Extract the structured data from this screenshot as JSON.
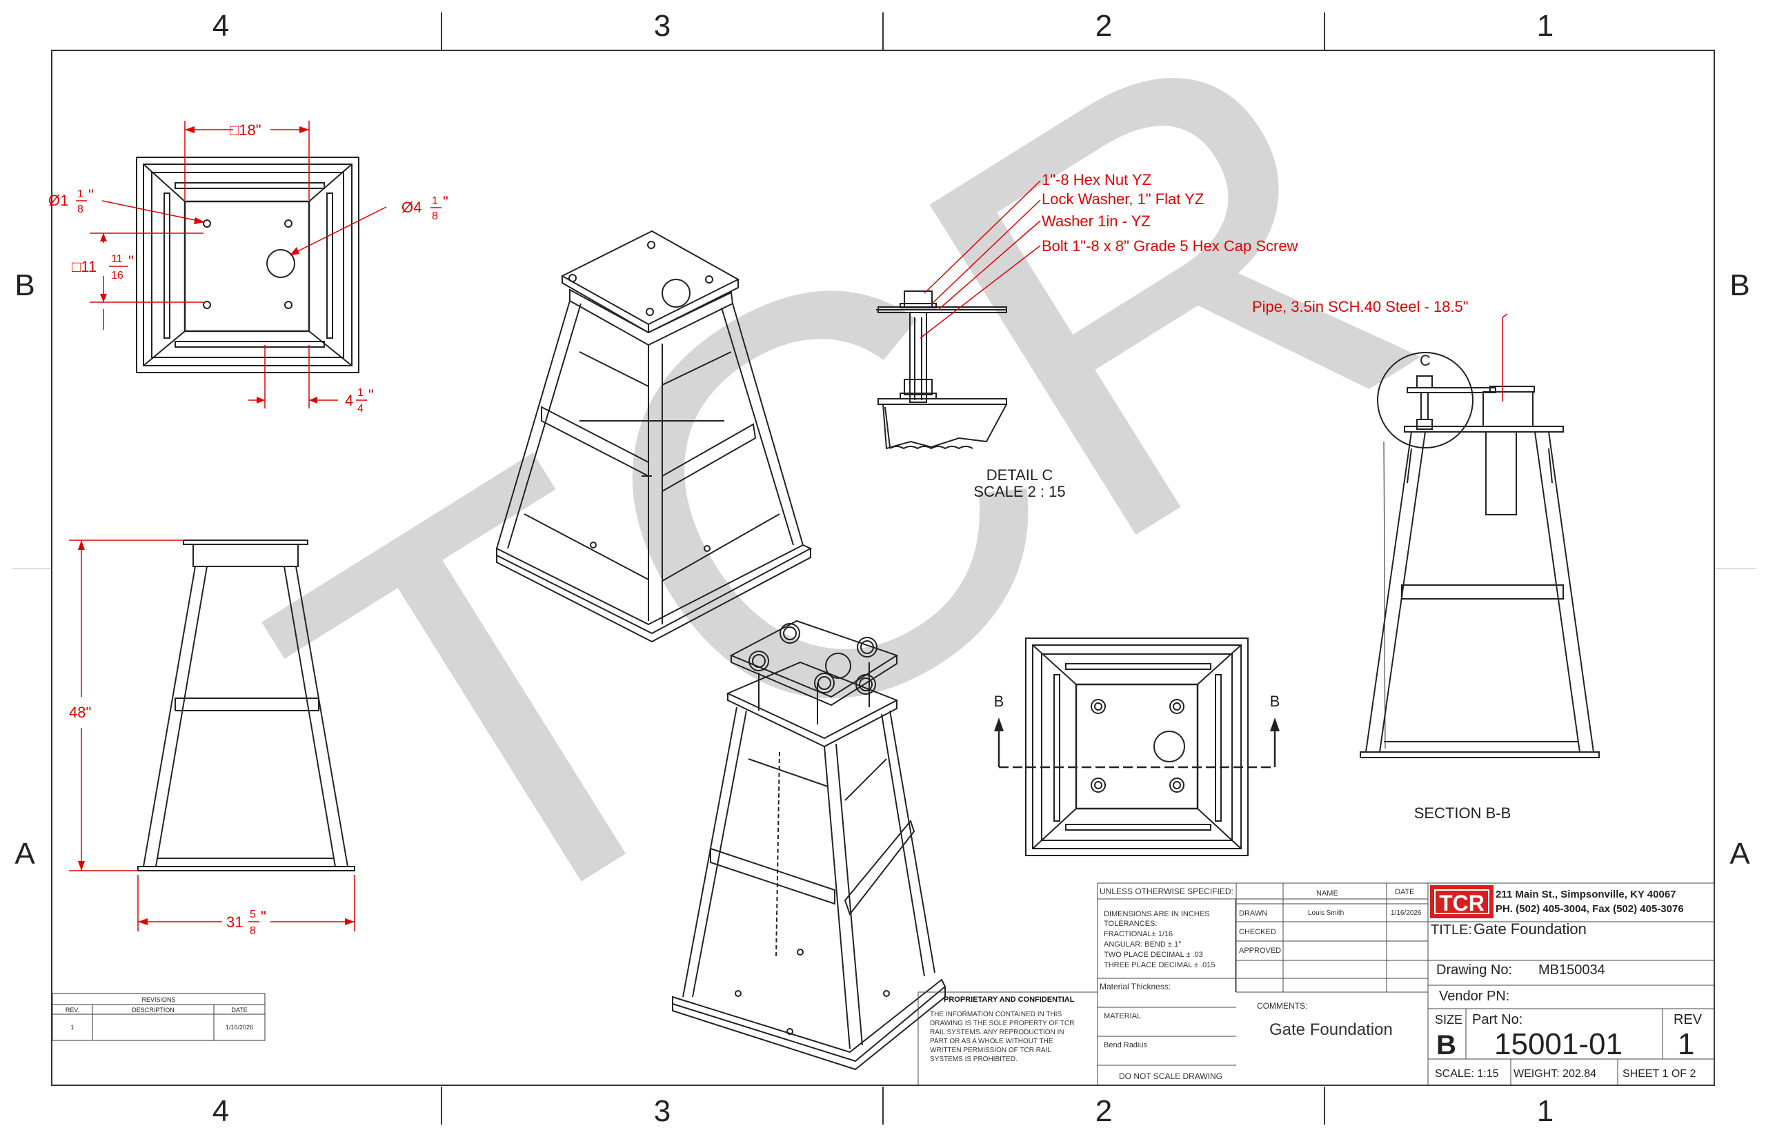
{
  "zones": {
    "columns": [
      "4",
      "3",
      "2",
      "1"
    ],
    "rows": [
      "B",
      "A"
    ]
  },
  "watermark": "TCR",
  "callouts": {
    "nut": "1\"-8 Hex Nut YZ",
    "lock_washer": "Lock Washer, 1\" Flat YZ",
    "washer": "Washer 1in - YZ",
    "bolt": "Bolt 1\"-8 x 8\" Grade 5 Hex Cap Screw",
    "pipe": "Pipe, 3.5in SCH.40 Steel - 18.5\""
  },
  "dimensions": {
    "plate_square": "□18\"",
    "hole_dia_prefix": "Ø1",
    "hole_dia_num": "1",
    "hole_dia_den": "8",
    "hole_dia_unit": "\"",
    "pipe_hole_prefix": "Ø4",
    "pipe_hole_num": "1",
    "pipe_hole_den": "8",
    "pipe_hole_unit": "\"",
    "bolt_square_prefix": "□11",
    "bolt_square_num": "11",
    "bolt_square_den": "16",
    "bolt_square_unit": "\"",
    "offset_prefix": "4",
    "offset_num": "1",
    "offset_den": "4",
    "offset_unit": "\"",
    "height": "48\"",
    "base_prefix": "31",
    "base_num": "5",
    "base_den": "8",
    "base_unit": "\""
  },
  "views": {
    "detail_title": "DETAIL C",
    "detail_scale": "SCALE 2 : 15",
    "detail_marker": "C",
    "section_title": "SECTION B-B",
    "section_marker_left": "B",
    "section_marker_right": "B"
  },
  "revisions": {
    "title": "REVISIONS",
    "headers": [
      "REV.",
      "DESCRIPTION",
      "DATE"
    ],
    "rows": [
      {
        "rev": "1",
        "description": "",
        "date": "1/16/2026"
      }
    ]
  },
  "title_block": {
    "unless": "UNLESS OTHERWISE SPECIFIED:",
    "name_hdr": "NAME",
    "date_hdr": "DATE",
    "drawn_label": "DRAWN",
    "drawn_name": "Louis Smith",
    "drawn_date": "1/16/2026",
    "checked_label": "CHECKED",
    "approved_label": "APPROVED",
    "tol_1": "DIMENSIONS ARE IN INCHES",
    "tol_2": "TOLERANCES:",
    "tol_3": "FRACTIONAL± 1/16",
    "tol_4": "ANGULAR:  BEND ± 1°",
    "tol_5": "TWO PLACE DECIMAL    ± .03",
    "tol_6": "THREE PLACE DECIMAL  ± .015",
    "material_thickness": "Material Thickness:",
    "material": "MATERIAL",
    "bend_radius": "Bend Radius",
    "do_not_scale": "DO NOT SCALE DRAWING",
    "proprietary_title": "PROPRIETARY AND CONFIDENTIAL",
    "prop_1": "THE INFORMATION CONTAINED IN THIS",
    "prop_2": "DRAWING IS THE SOLE PROPERTY OF TCR",
    "prop_3": "RAIL SYSTEMS.  ANY REPRODUCTION IN",
    "prop_4": "PART OR AS A WHOLE WITHOUT THE",
    "prop_5": "WRITTEN PERMISSION OF TCR RAIL",
    "prop_6": "SYSTEMS IS PROHIBITED.",
    "comments_label": "COMMENTS:",
    "comments": "Gate Foundation",
    "logo": "TCR",
    "address": "211 Main St., Simpsonville, KY  40067",
    "phone": "PH. (502) 405-3004, Fax (502) 405-3076",
    "title_label": "TITLE:",
    "title": "Gate Foundation",
    "drawing_no_label": "Drawing No:",
    "drawing_no": "MB150034",
    "vendor_label": "Vendor PN:",
    "size_label": "SIZE",
    "size": "B",
    "part_label": "Part No:",
    "part_no": "15001-01",
    "rev_label": "REV",
    "rev": "1",
    "scale": "SCALE: 1:15",
    "weight": "WEIGHT: 202.84",
    "sheet": "SHEET 1 OF 2"
  }
}
